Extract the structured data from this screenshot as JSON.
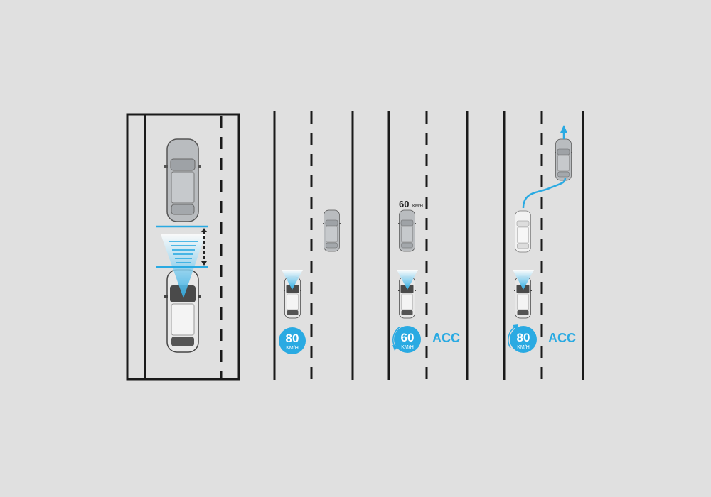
{
  "colors": {
    "background": "#e0e0e0",
    "accent": "#2aaae2",
    "lane": "#1a1a1a"
  },
  "panel_2": {
    "badge": {
      "speed": "80",
      "unit": "KM/H"
    }
  },
  "panel_3": {
    "lead_car_speed": {
      "speed": "60",
      "unit": "KM/H"
    },
    "badge": {
      "speed": "60",
      "unit": "KM/H"
    },
    "mode_label": "ACC"
  },
  "panel_4": {
    "badge": {
      "speed": "80",
      "unit": "KM/H"
    },
    "mode_label": "ACC"
  }
}
